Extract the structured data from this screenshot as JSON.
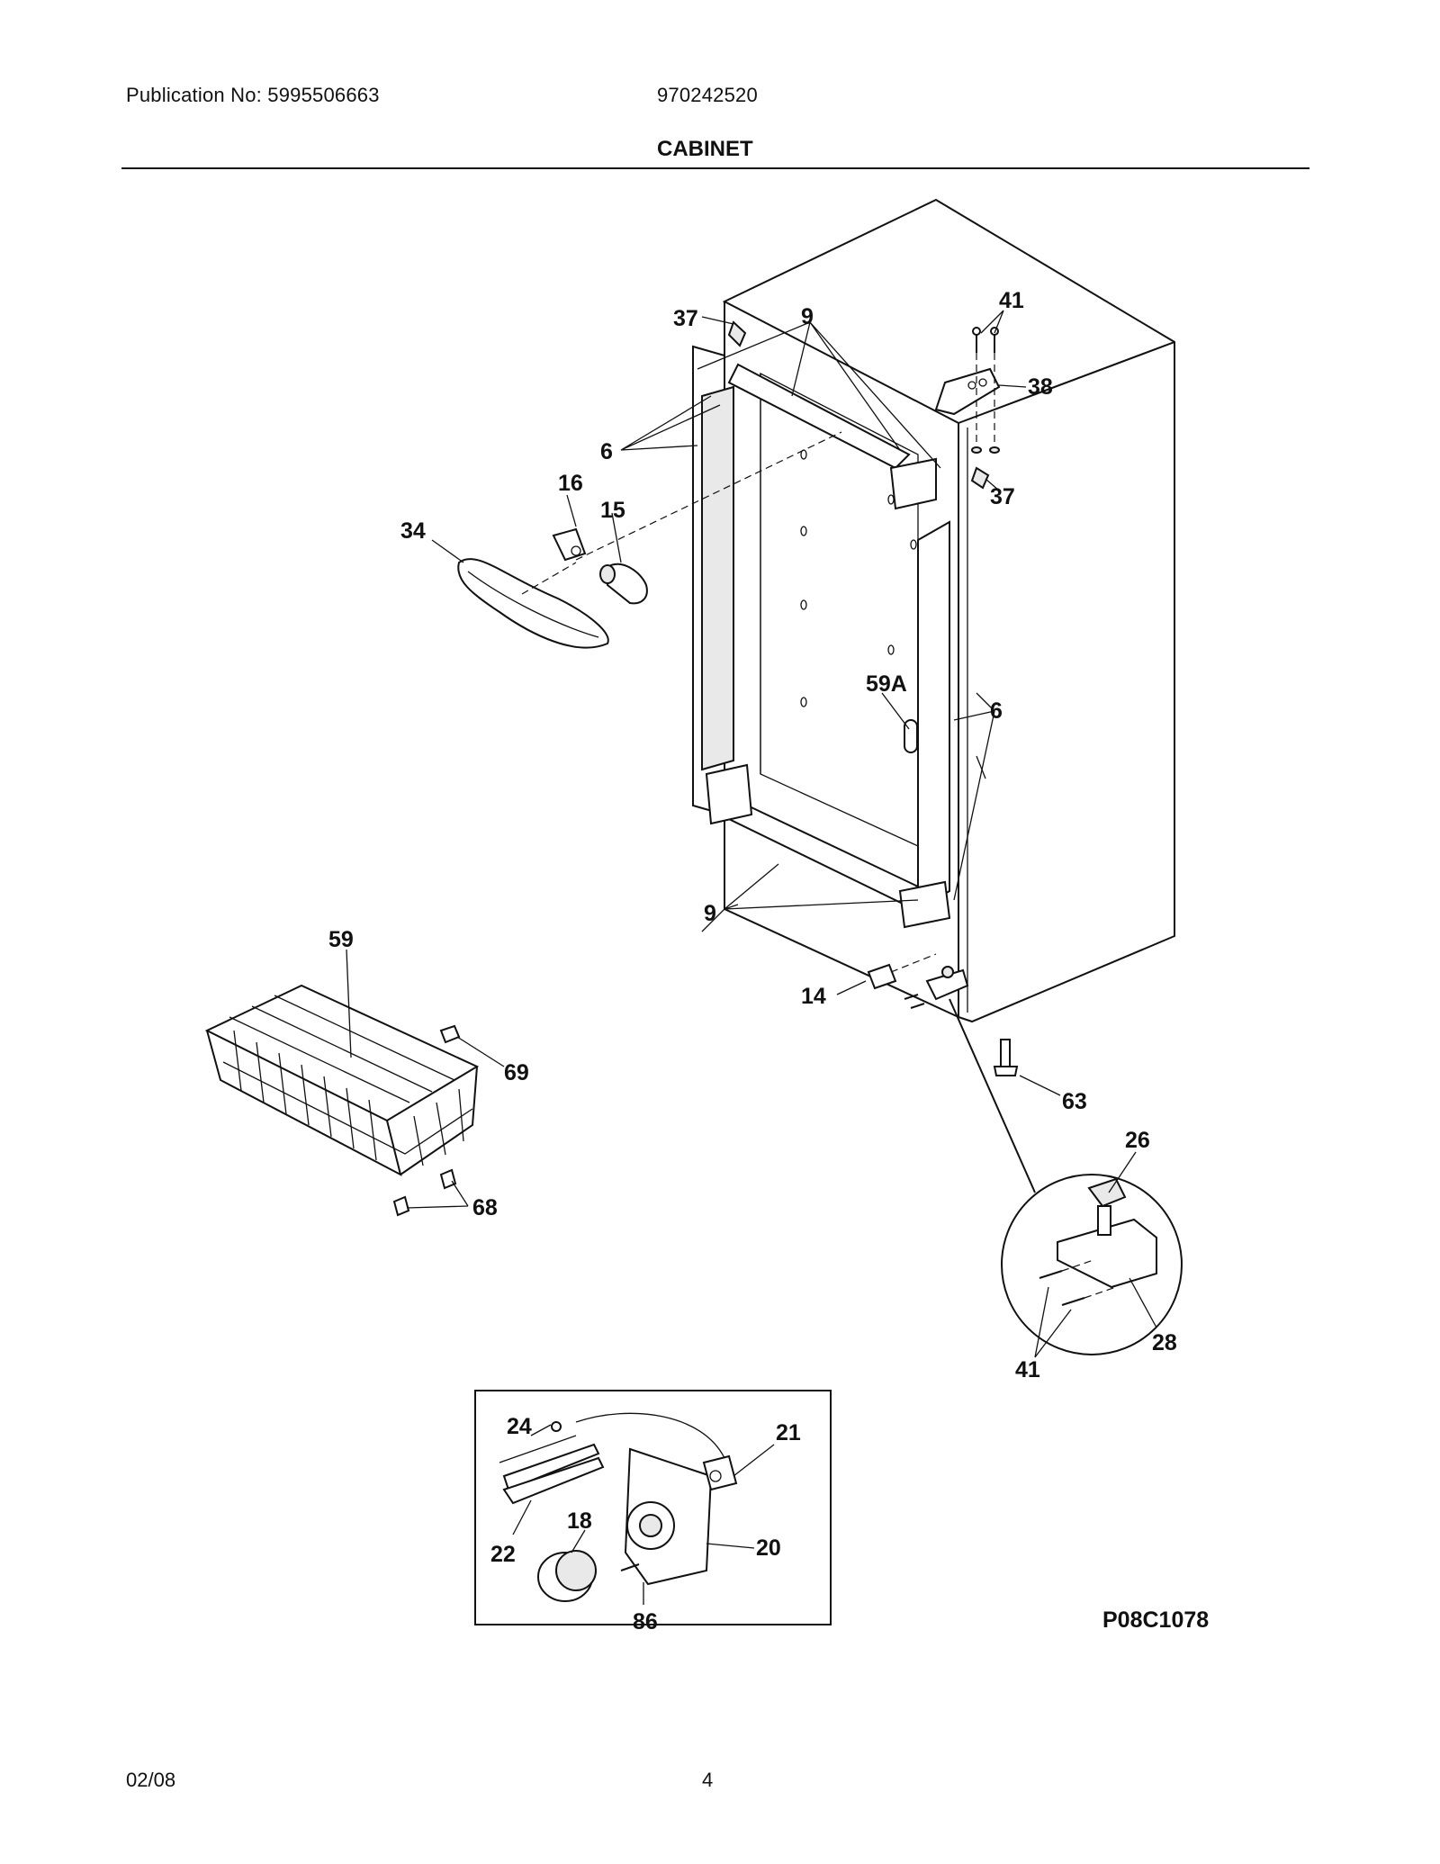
{
  "header": {
    "publication": "Publication No: 5995506663",
    "model": "970242520",
    "title": "CABINET"
  },
  "callouts": {
    "c37a": "37",
    "c9a": "9",
    "c41a": "41",
    "c38": "38",
    "c37b": "37",
    "c6a": "6",
    "c16": "16",
    "c15": "15",
    "c34": "34",
    "c59A": "59A",
    "c6b": "6",
    "c59": "59",
    "c9b": "9",
    "c14": "14",
    "c69": "69",
    "c63": "63",
    "c26": "26",
    "c68": "68",
    "c28": "28",
    "c41b": "41",
    "c24": "24",
    "c21": "21",
    "c18": "18",
    "c20": "20",
    "c22": "22",
    "c86": "86"
  },
  "diagram_code": "P08C1078",
  "footer": {
    "date": "02/08",
    "page": "4"
  }
}
